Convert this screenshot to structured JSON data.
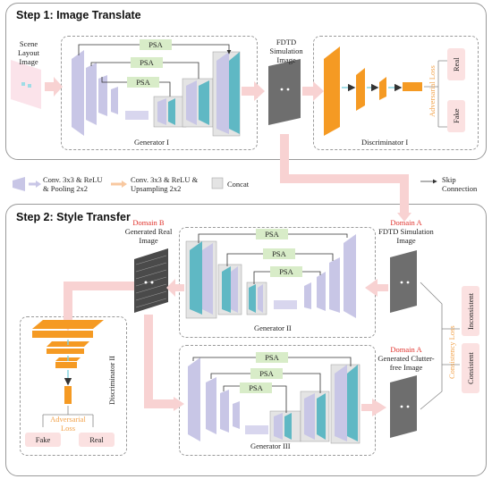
{
  "step1": {
    "title": "Step 1: Image Translate",
    "scene_layout_label": "Scene Layout Image",
    "fdtd_label": "FDTD Simulation Image",
    "generator_label": "Generator I",
    "discriminator_label": "Discriminator I",
    "psa": [
      "PSA",
      "PSA",
      "PSA"
    ],
    "adversarial_loss": "Adversarial Loss",
    "real": "Real",
    "fake": "Fake"
  },
  "legend": {
    "conv_pool": "Conv. 3x3 & ReLU & Pooling 2x2",
    "conv_up": "Conv. 3x3 & ReLU & Upsampling 2x2",
    "concat": "Concat",
    "skip": "Skip Connection"
  },
  "step2": {
    "title": "Step 2: Style Transfer",
    "domain_b": "Domain B",
    "generated_real": "Generated Real Image",
    "domain_a_top": "Domain A",
    "fdtd_label": "FDTD Simulation Image",
    "domain_a_bottom": "Domain A",
    "generated_clutter": "Generated Clutter-free Image",
    "generator2": "Generator II",
    "generator3": "Generator III",
    "discriminator2": "Discriminator II",
    "psa_g2": [
      "PSA",
      "PSA",
      "PSA"
    ],
    "psa_g3": [
      "PSA",
      "PSA",
      "PSA"
    ],
    "consistency_loss": "Consistency Loss",
    "inconsistent": "Inconsistent",
    "consistent": "Consistent",
    "adversarial_loss": "Adversarial Loss",
    "fake": "Fake",
    "real": "Real"
  },
  "colors": {
    "encoder": "#c8c6e6",
    "decoder": "#5fb8c4",
    "discriminator": "#f59a23",
    "psa": "#d8ecc8",
    "loss_box": "#fbe1e1",
    "accent_red": "#e0322c",
    "arrow_pink": "#f8d2d2"
  }
}
